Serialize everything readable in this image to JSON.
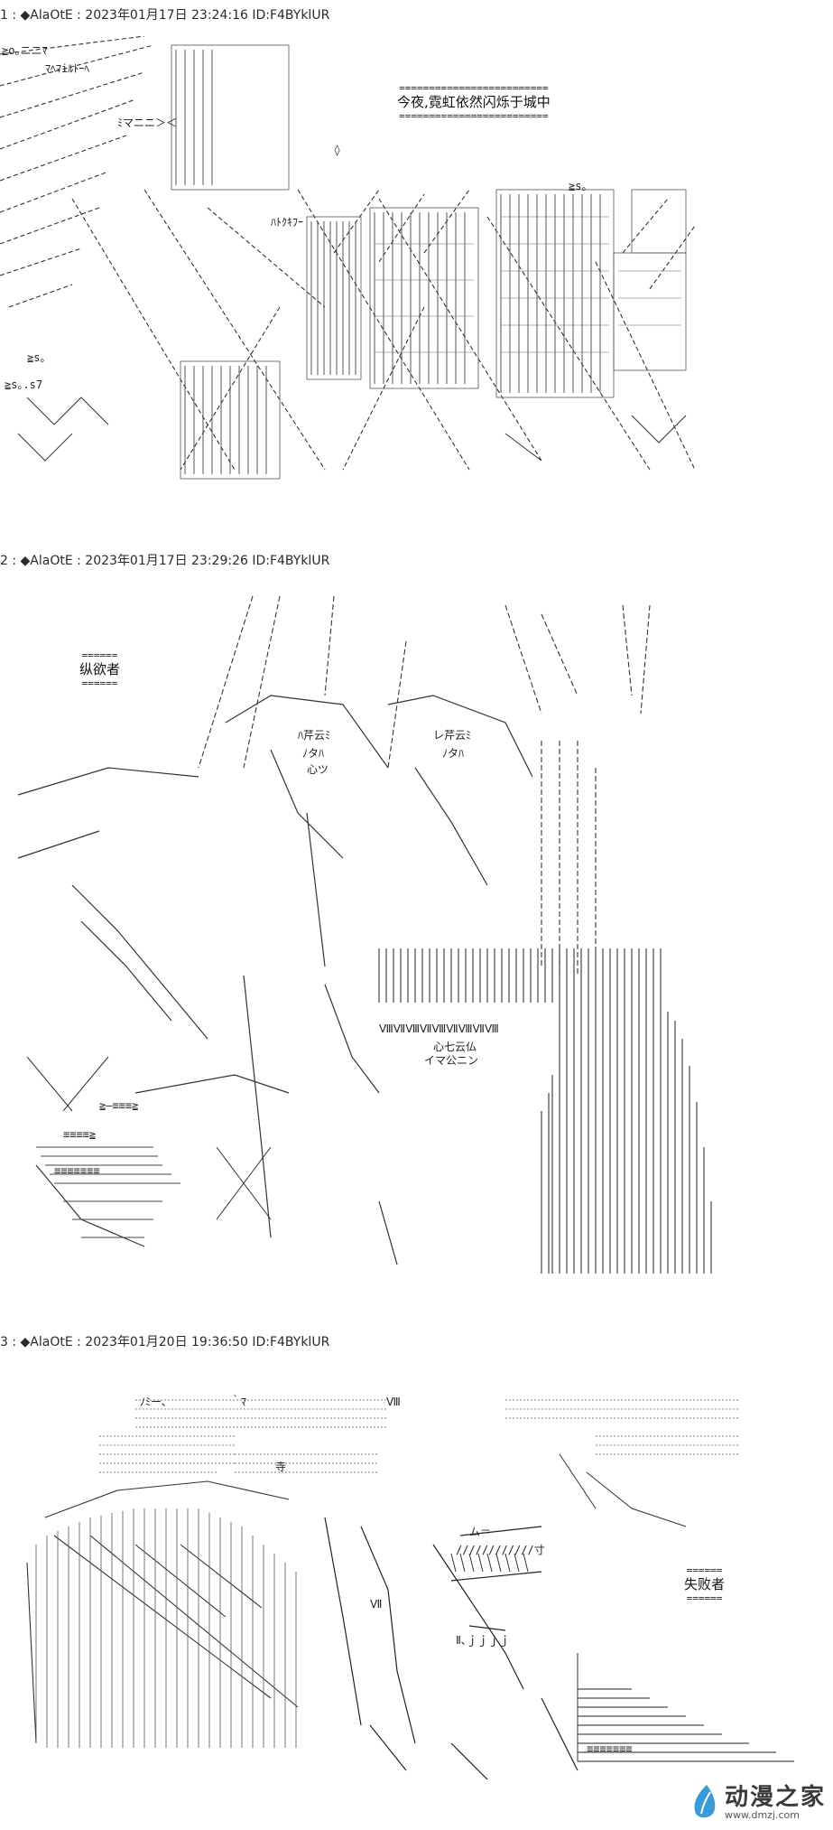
{
  "posts": [
    {
      "header": "1 : ◆AlaOtE : 2023年01月17日 23:24:16 ID:F4BYklUR",
      "caption": "今夜,霓虹依然闪烁于城中",
      "caption_rule": "=========================",
      "aa_fragments": [
        "≧o｡ニニﾏ",
        "ﾏﾍﾏiﾙﾄｰﾍ",
        "ﾐマニニ＞＜",
        "ﾊﾄｸｷﾌｰ",
        "≧s｡",
        "◊",
        "≧s｡",
        "≧s｡.s7"
      ]
    },
    {
      "header": "2 : ◆AlaOtE : 2023年01月17日 23:29:26 ID:F4BYklUR",
      "caption": "纵欲者",
      "caption_rule": "======",
      "aa_fragments": [
        "ﾊ芹云ﾐ",
        "ﾉタﾊ",
        "心ツ",
        "レ芹云ﾐ",
        "ﾉタﾊ",
        "≧―≡≡≡≧",
        "≡≡≡≡≧",
        "ⅧⅦⅧⅦⅧⅦⅧⅦⅧ",
        "心七云仏",
        "イマ公ニン",
        "≡≡≡≡≡≡≡"
      ]
    },
    {
      "header": "3 : ◆AlaOtE : 2023年01月20日 19:36:50 ID:F4BYklUR",
      "caption": "失败者",
      "caption_rule": "======",
      "aa_fragments": [
        "ﾉﾐー､",
        "｀ﾏ",
        "Ⅷ",
        "寺",
        "ム＝",
        "////////////寸",
        "Ⅶ",
        "Ⅱ､ｊｊｊｊ",
        "≡≡≡≡≡≡≡"
      ]
    }
  ],
  "watermark": {
    "name": "动漫之家",
    "url": "www.dmzj.com",
    "icon": "feather-drop-icon",
    "icon_color": "#3a9bd8"
  }
}
